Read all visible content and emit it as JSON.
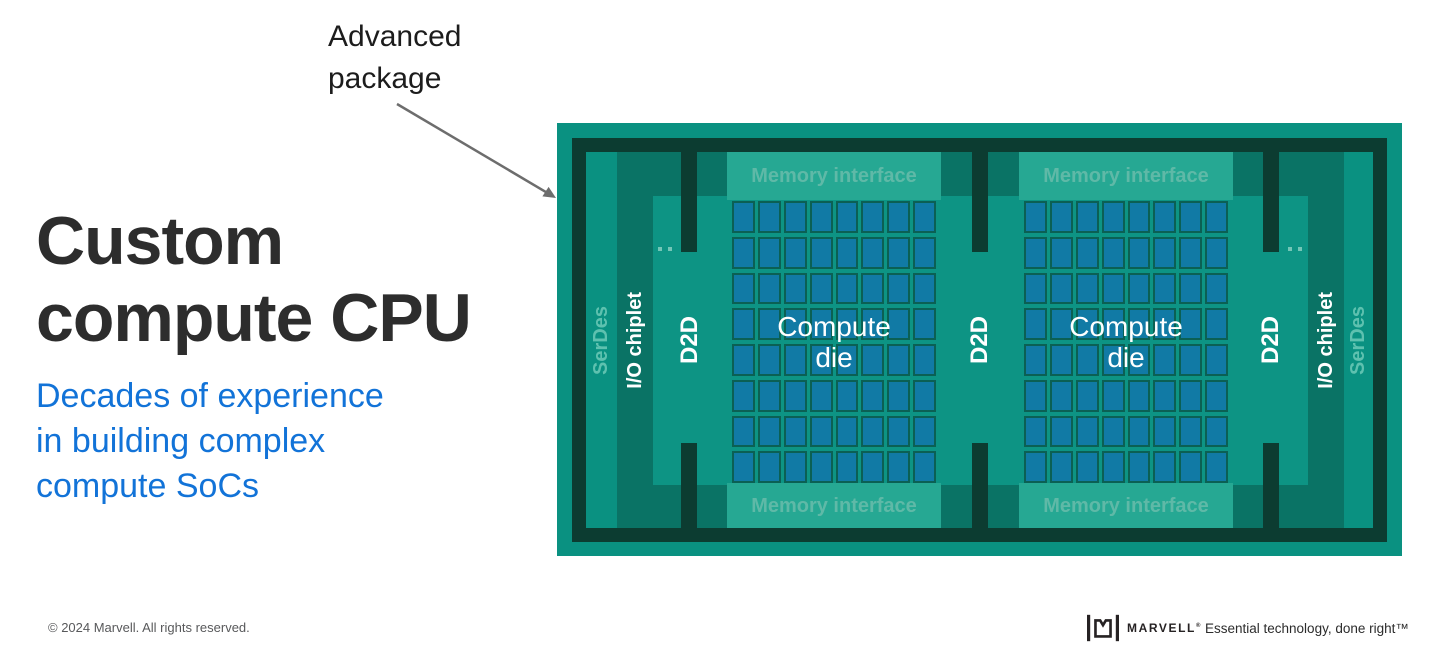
{
  "annotation": {
    "line1": "Advanced",
    "line2": "package"
  },
  "title": {
    "line1": "Custom",
    "line2": "compute CPU"
  },
  "subtitle": {
    "line1": "Decades of experience",
    "line2": "in building complex",
    "line3": "compute SoCs"
  },
  "package": {
    "serdes_label": "SerDes",
    "io_chiplet_label": "I/O chiplet",
    "d2d_label": "D2D",
    "memory_label": "Memory interface",
    "compute_die": {
      "line1": "Compute",
      "line2": "die"
    },
    "grid": {
      "cols": 8,
      "rows": 8
    },
    "die_count": 2
  },
  "footer": {
    "copyright": "© 2024 Marvell. All rights reserved.",
    "logo_text": "MARVELL",
    "logo_mark": "®",
    "tagline": "Essential technology, done right™"
  },
  "colors": {
    "package_teal": "#0a9181",
    "inner_teal": "#0d9484",
    "frame_dark": "#0c3c31",
    "chiplet_dark": "#0a7365",
    "memory_band": "#26a893",
    "memory_text": "#5fb9a7",
    "serdes_text": "#5ec1af",
    "cell_fill": "#117aa5",
    "cell_border": "#0b6054",
    "accent_blue": "#1273d8",
    "title_color": "#2d2d2d",
    "footer_gray": "#58595b"
  }
}
